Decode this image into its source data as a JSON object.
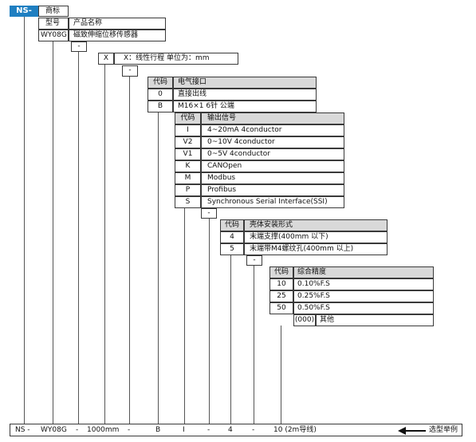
{
  "brand": "NS-",
  "brand_row": {
    "label": "商标"
  },
  "model_row": {
    "col1": "型号",
    "col2": "产品名称"
  },
  "model_value": {
    "col1": "WY08G",
    "col2": "磁致伸缩位移传感器"
  },
  "sep1": "-",
  "stroke": {
    "code": "X",
    "desc": "X：线性行程 单位为：mm"
  },
  "sep2": "-",
  "connector": {
    "header": {
      "code": "代码",
      "label": "电气接口"
    },
    "items": [
      {
        "code": "0",
        "label": "直接出线"
      },
      {
        "code": "B",
        "label": "M16×1 6针 公端"
      }
    ]
  },
  "output": {
    "header": {
      "code": "代码",
      "label": "输出信号"
    },
    "items": [
      {
        "code": "I",
        "label": "4~20mA   4conductor"
      },
      {
        "code": "V2",
        "label": "0~10V     4conductor"
      },
      {
        "code": "V1",
        "label": "0~5V       4conductor"
      },
      {
        "code": "K",
        "label": "CANOpen"
      },
      {
        "code": "M",
        "label": "Modbus"
      },
      {
        "code": "P",
        "label": "Profibus"
      },
      {
        "code": "S",
        "label": "Synchronous Serial Interface(SSI)"
      }
    ]
  },
  "sep3": "-",
  "housing": {
    "header": {
      "code": "代码",
      "label": "壳体安装形式"
    },
    "items": [
      {
        "code": "4",
        "label": "末端支撑(400mm 以下)"
      },
      {
        "code": "5",
        "label": "末端带M4螺纹孔(400mm 以上)"
      }
    ]
  },
  "sep4": "-",
  "accuracy": {
    "header": {
      "code": "代码",
      "label": "综合精度"
    },
    "items": [
      {
        "code": "10",
        "label": "0.10%F.S"
      },
      {
        "code": "25",
        "label": "0.25%F.S"
      },
      {
        "code": "50",
        "label": "0.50%F.S"
      }
    ],
    "other": {
      "code": "(000)",
      "label": "其他"
    }
  },
  "example": {
    "parts": [
      "NS -",
      "WY08G",
      "-",
      "1000mm",
      "-",
      "B",
      "I",
      "-",
      "4",
      "-",
      "10 (2m导线)"
    ],
    "label": "选型举例"
  },
  "colors": {
    "brand_bg": "#1f7fc1",
    "header_bg": "#d9d9d9",
    "border": "#3a3a3a"
  }
}
